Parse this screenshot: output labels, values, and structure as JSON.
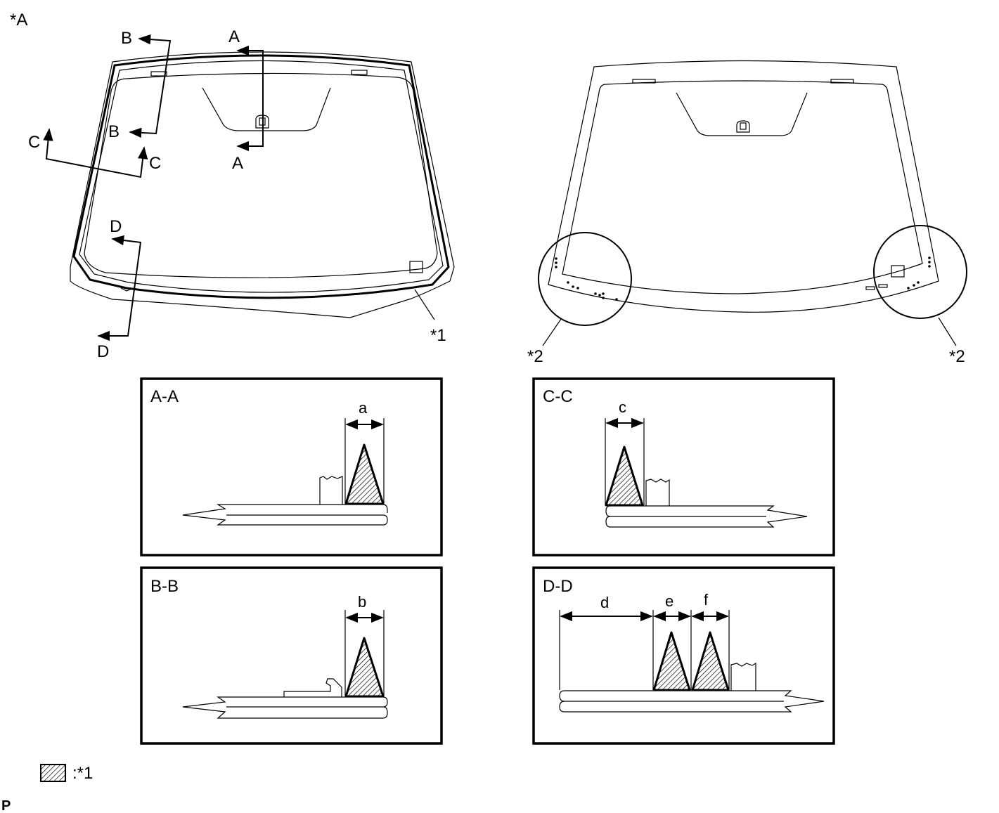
{
  "figure_label": "*A",
  "callouts": {
    "adhesive_ref": "*1",
    "detail_ref": "*2"
  },
  "section_markers": {
    "a": "A",
    "b": "B",
    "c": "C",
    "d": "D"
  },
  "section_views": [
    {
      "title": "A-A",
      "dimensions": [
        "a"
      ]
    },
    {
      "title": "C-C",
      "dimensions": [
        "c"
      ]
    },
    {
      "title": "B-B",
      "dimensions": [
        "b"
      ]
    },
    {
      "title": "D-D",
      "dimensions": [
        "d",
        "e",
        "f"
      ]
    }
  ],
  "legend": {
    "text": ":*1"
  },
  "corner_mark": "P"
}
